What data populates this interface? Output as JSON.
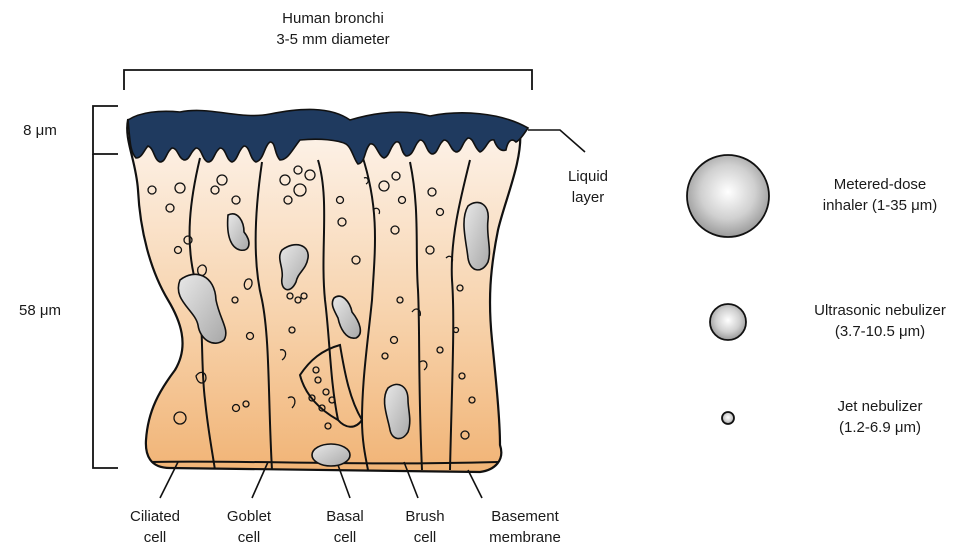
{
  "title": {
    "line1": "Human bronchi",
    "line2": "3-5 mm diameter"
  },
  "dimensions": {
    "liquid_thickness": "8 μm",
    "cell_thickness": "58 μm"
  },
  "liquid_layer": {
    "line1": "Liquid",
    "line2": "layer"
  },
  "cell_labels": [
    {
      "line1": "Ciliated",
      "line2": "cell"
    },
    {
      "line1": "Goblet",
      "line2": "cell"
    },
    {
      "line1": "Basal",
      "line2": "cell"
    },
    {
      "line1": "Brush",
      "line2": "cell"
    },
    {
      "line1": "Basement",
      "line2": "membrane"
    }
  ],
  "particles": [
    {
      "line1": "Metered-dose",
      "line2": "inhaler (1-35 μm)"
    },
    {
      "line1": "Ultrasonic nebulizer",
      "line2": "(3.7-10.5 μm)"
    },
    {
      "line1": "Jet nebulizer",
      "line2": "(1.2-6.9 μm)"
    }
  ],
  "colors": {
    "liquid": "#1f3a5f",
    "tissue_top": "#fdf3ea",
    "tissue_bottom": "#f2b87a",
    "outline": "#111111"
  }
}
